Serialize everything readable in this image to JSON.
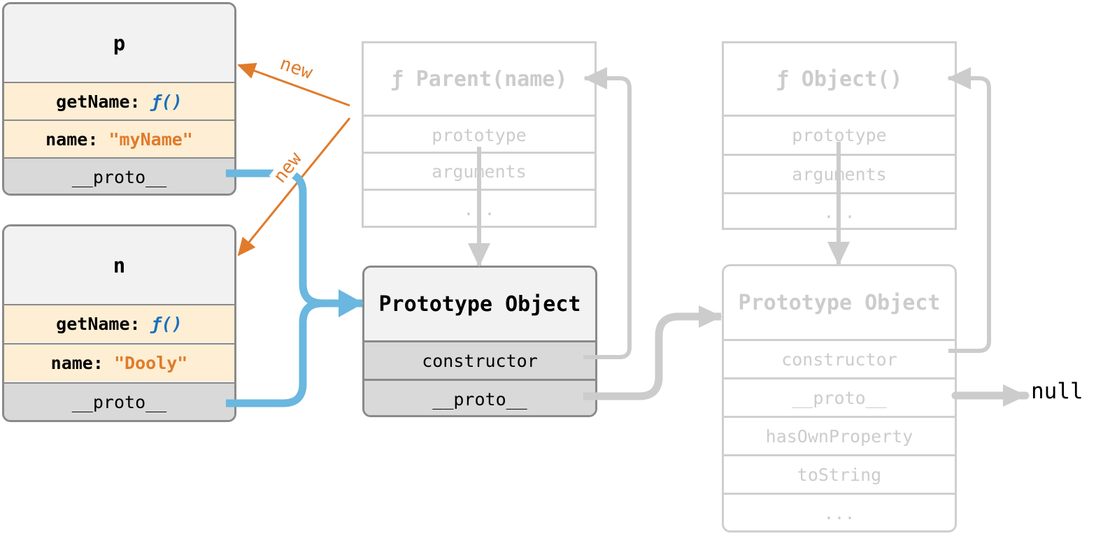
{
  "instance_p": {
    "title": "p",
    "getname_key": "getName:",
    "getname_value": "ƒ()",
    "name_key": "name:",
    "name_value": "\"myName\"",
    "proto_label": "__proto__"
  },
  "instance_n": {
    "title": "n",
    "getname_key": "getName:",
    "getname_value": "ƒ()",
    "name_key": "name:",
    "name_value": "\"Dooly\"",
    "proto_label": "__proto__"
  },
  "parent_function": {
    "title": "ƒ Parent(name)",
    "items": [
      "prototype",
      "arguments",
      "..."
    ]
  },
  "prototype_object": {
    "title": "Prototype Object",
    "constructor_label": "constructor",
    "proto_label": "__proto__"
  },
  "object_function": {
    "title": "ƒ Object()",
    "items": [
      "prototype",
      "arguments",
      "..."
    ]
  },
  "object_prototype": {
    "title": "Prototype Object",
    "items": [
      "constructor",
      "__proto__",
      "hasOwnProperty",
      "toString",
      "..."
    ]
  },
  "null_label": "null",
  "new_labels": [
    "new",
    "new"
  ],
  "colors": {
    "proto_link": "#6ab7e0",
    "new_arrow": "#e07b2a",
    "faded": "#cccccc",
    "prop_fill": "#fdeed4",
    "proto_fill": "#d9d9d9"
  }
}
